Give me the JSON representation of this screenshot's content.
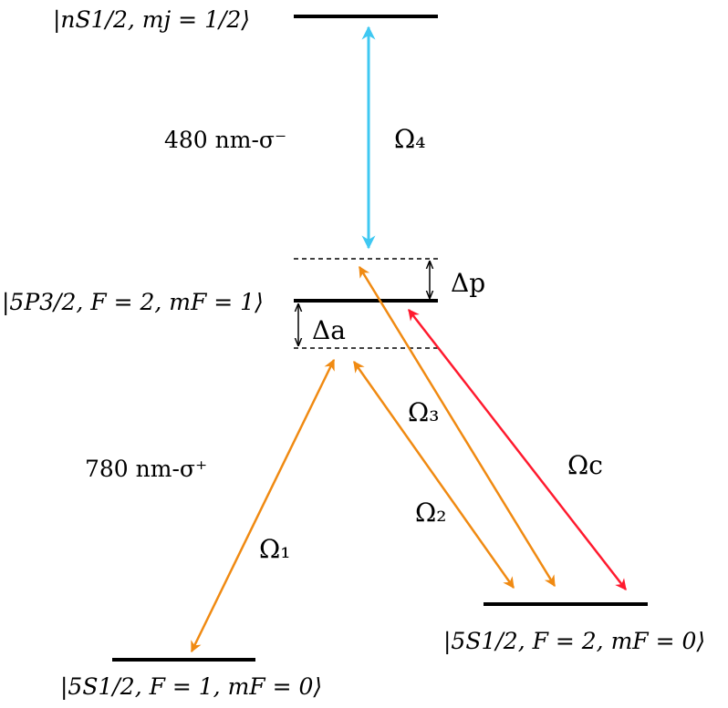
{
  "states": {
    "rydberg": "|nS1/2, mj = 1/2⟩",
    "excited": "|5P3/2, F = 2, mF = 1⟩",
    "ground_f1": "|5S1/2, F = 1, mF = 0⟩",
    "ground_f2": "|5S1/2, F = 2, mF = 0⟩"
  },
  "beams": {
    "upper": "480 nm-σ⁻",
    "lower": "780 nm-σ⁺"
  },
  "rabi": {
    "omega4": "Ω₄",
    "omega3": "Ω₃",
    "omega2": "Ω₂",
    "omega1": "Ω₁",
    "omega_c": "Ωc"
  },
  "detunings": {
    "probe": "Δp",
    "auxiliary": "Δa"
  },
  "colors": {
    "level": "#000000",
    "blue_beam": "#3fc8f2",
    "orange_beam": "#f08a12",
    "red_beam": "#ff1a2e"
  }
}
